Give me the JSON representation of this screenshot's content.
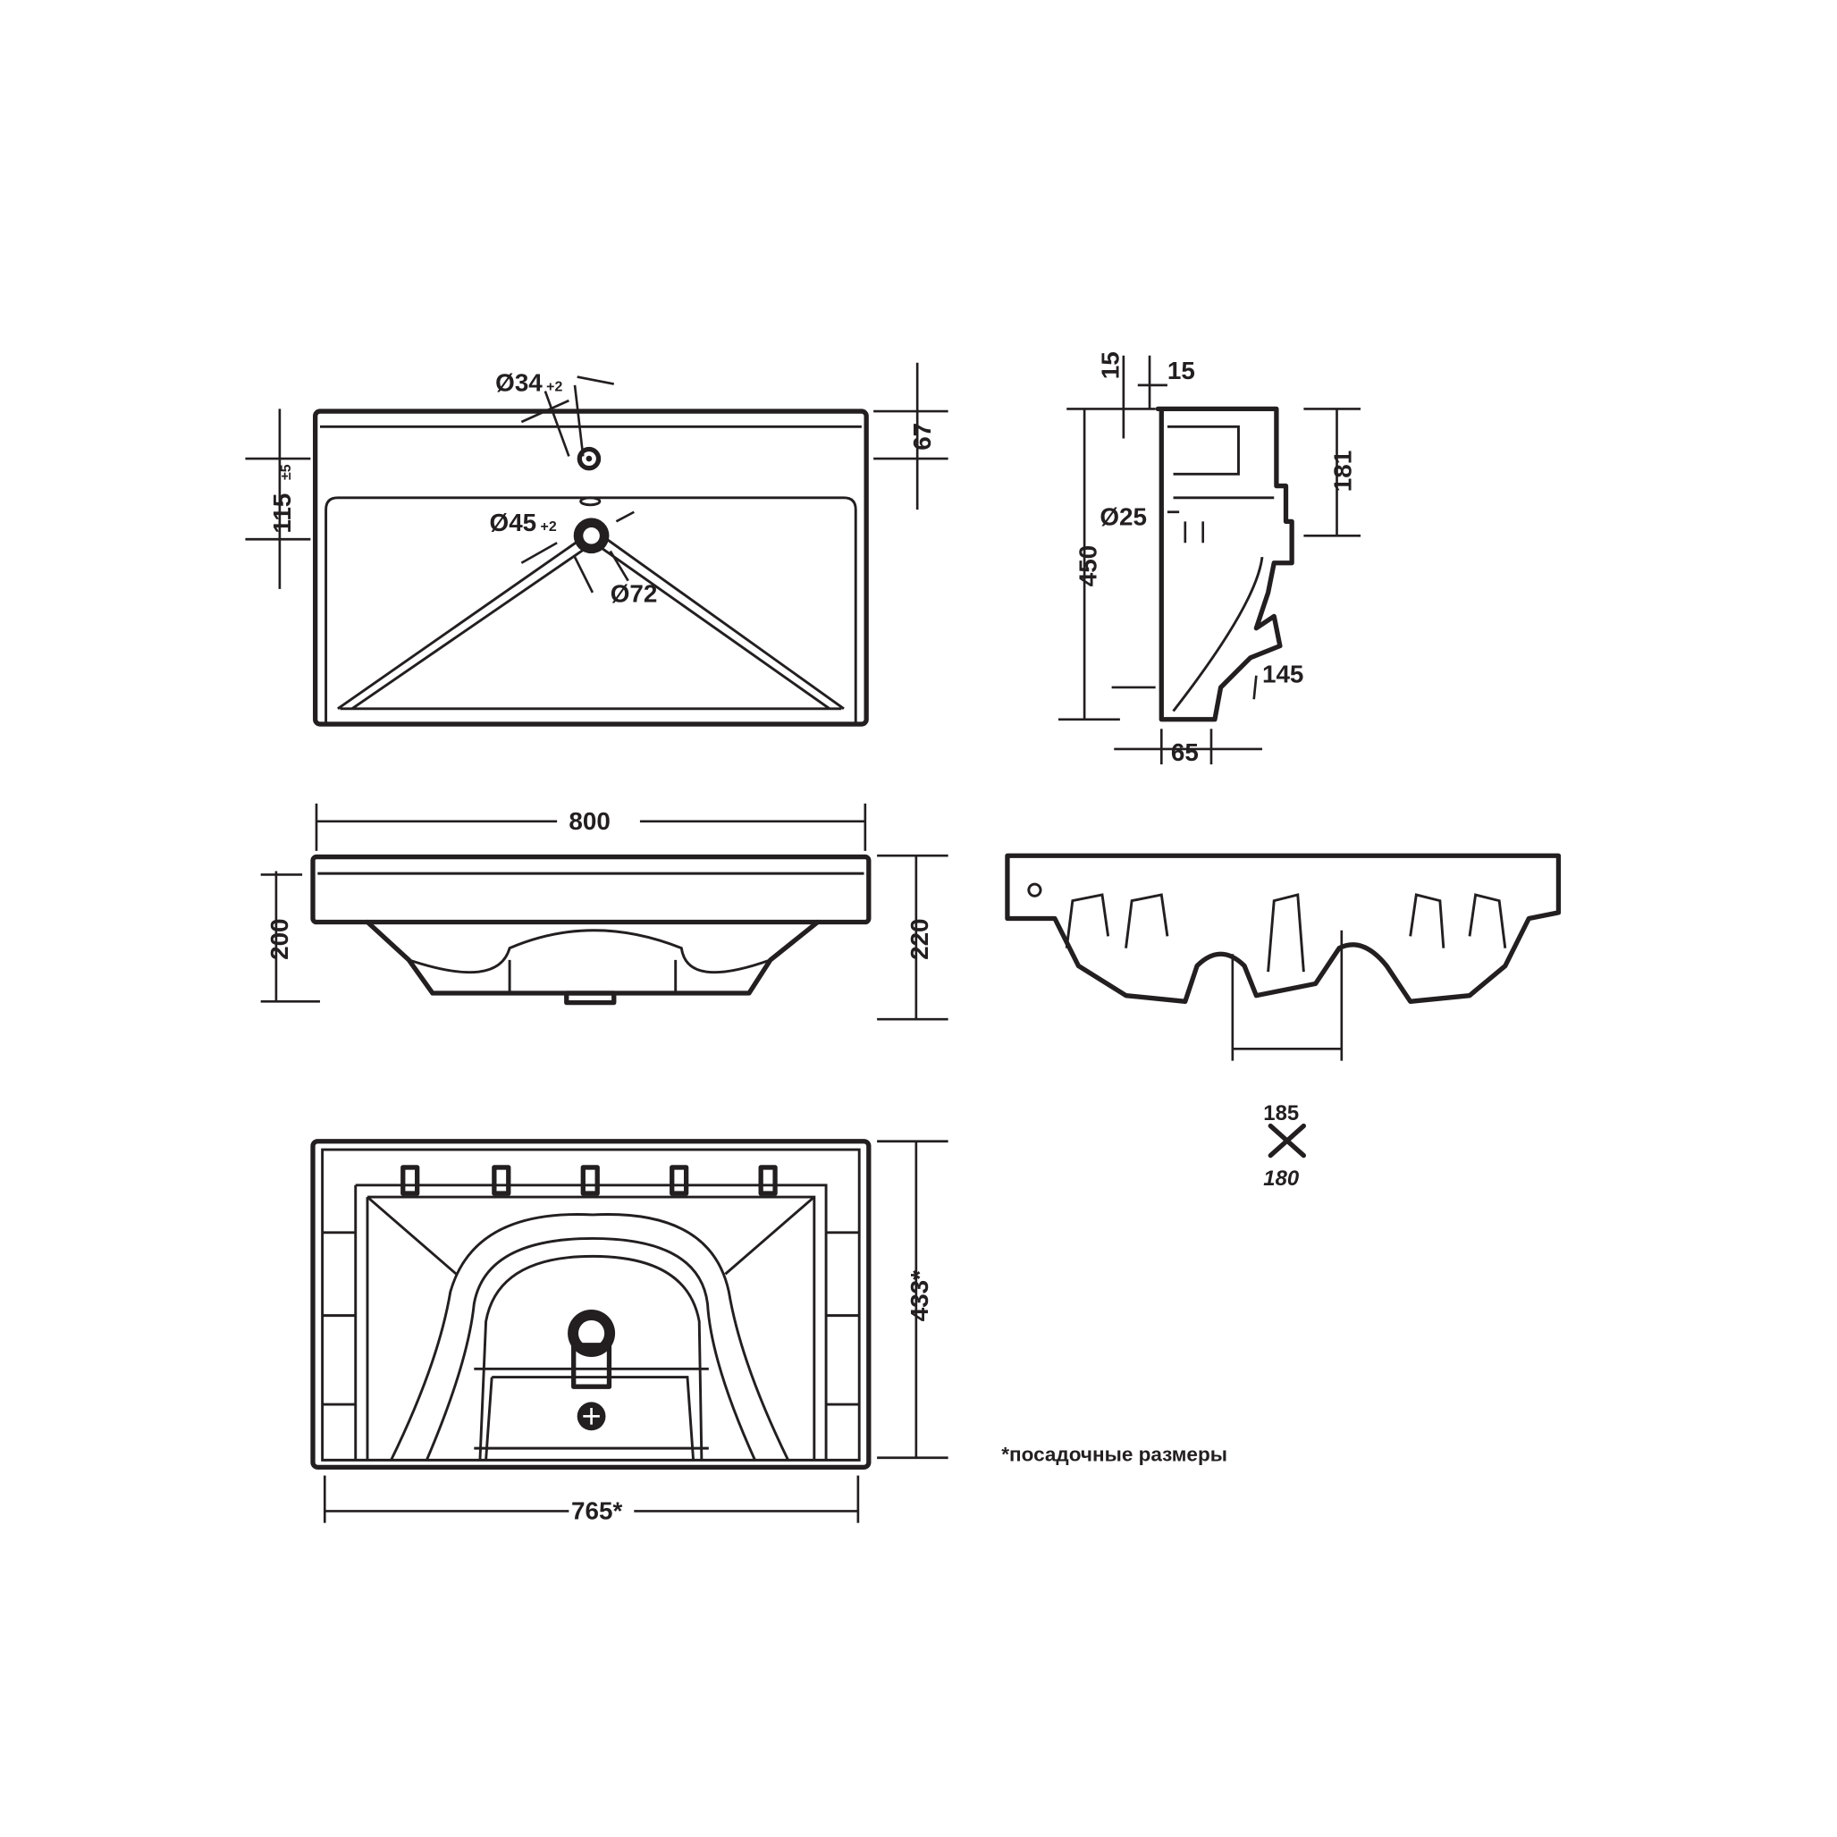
{
  "top_view": {
    "hole_tap": "Ø34",
    "hole_tap_tol": "+2",
    "hole_drain": "Ø45",
    "hole_drain_tol": "+2",
    "drain_outer": "Ø72",
    "tap_offset": "67",
    "drain_offset": "115",
    "drain_offset_tol": "±5"
  },
  "side_view": {
    "rim_a": "15",
    "rim_b": "15",
    "overflow": "Ø25",
    "depth": "450",
    "height_right": "181",
    "bracket": "145",
    "base": "65"
  },
  "front_view": {
    "width": "800",
    "height_left": "200",
    "height_right": "220"
  },
  "bracket_size": {
    "a": "185",
    "b": "180"
  },
  "bottom_view": {
    "width": "765*",
    "depth": "433*"
  },
  "note": "*посадочные размеры"
}
